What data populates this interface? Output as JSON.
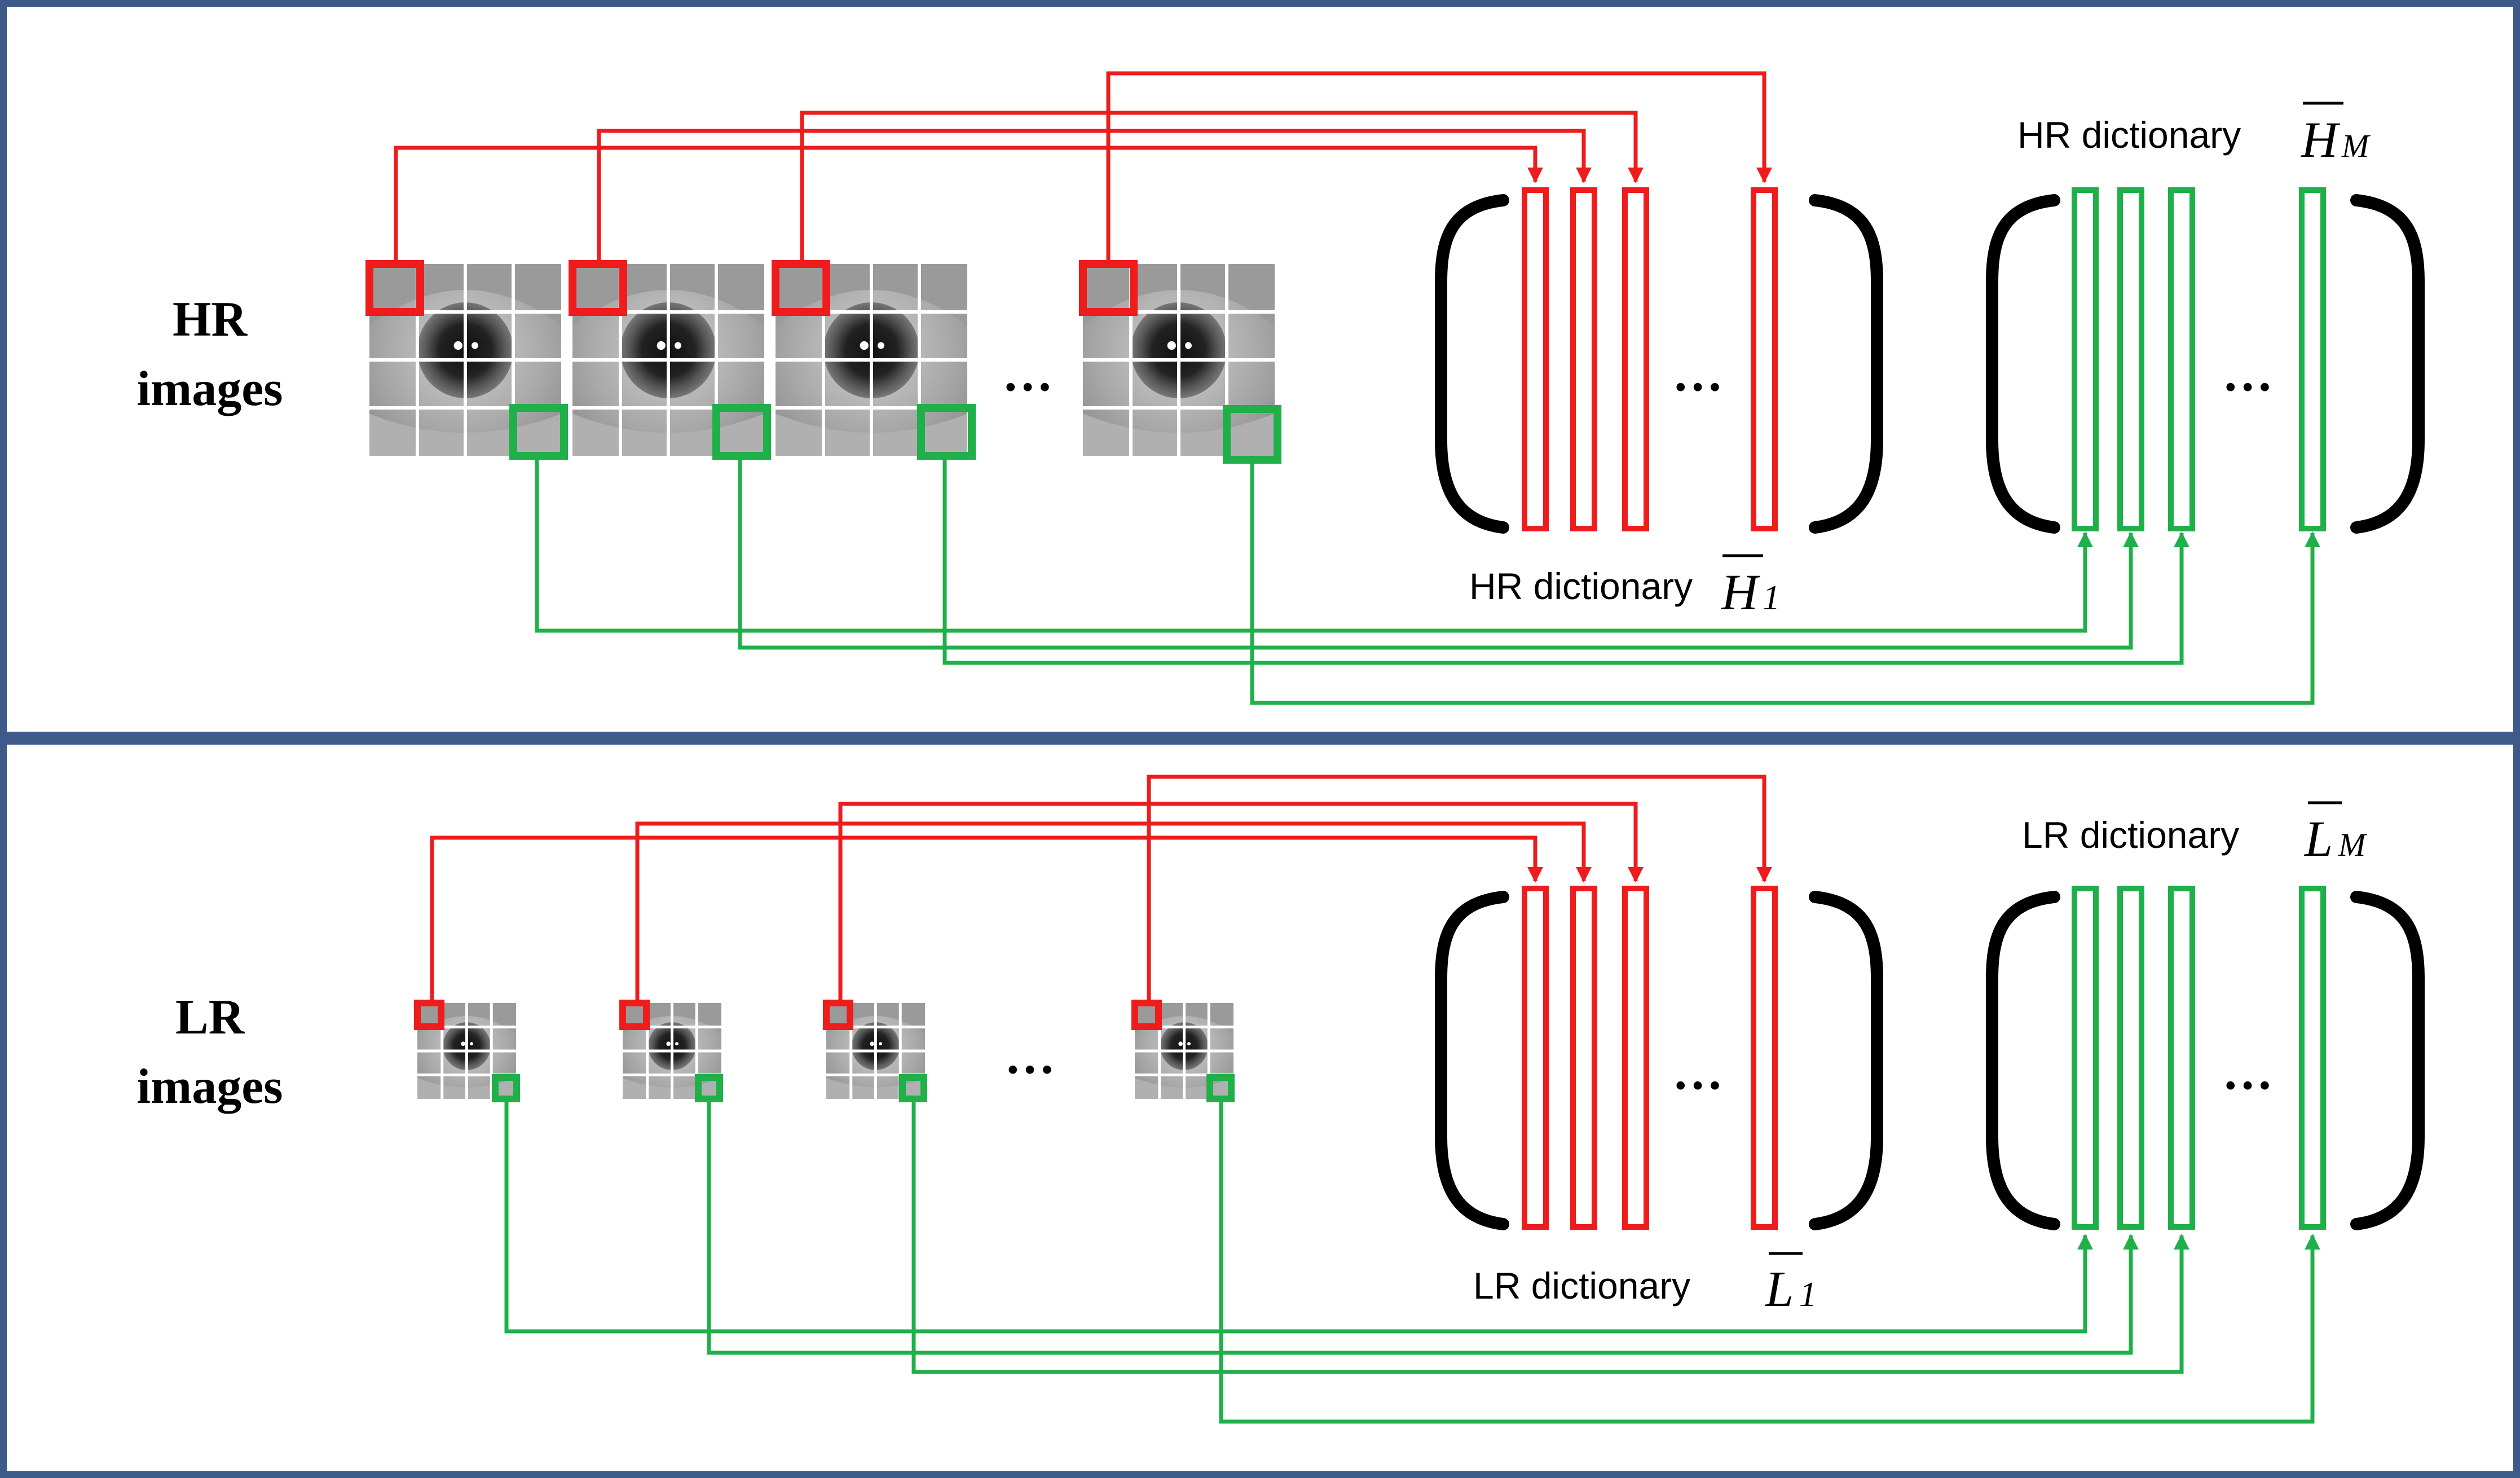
{
  "colors": {
    "frame": "#3d5a8a",
    "red": "#ee1c1c",
    "green": "#1fb04a",
    "bracket": "#000000",
    "grid_line": "#ffffff"
  },
  "hr_panel": {
    "label_line1": "HR",
    "label_line2": "images",
    "images_ellipsis": "…",
    "dict1": {
      "caption": "HR dictionary",
      "symbol": "H",
      "subscript": "1",
      "ellipsis": "…"
    },
    "dictM": {
      "caption": "HR dictionary",
      "symbol": "H",
      "subscript": "M",
      "ellipsis": "…"
    }
  },
  "lr_panel": {
    "label_line1": "LR",
    "label_line2": "images",
    "images_ellipsis": "…",
    "dict1": {
      "caption": "LR dictionary",
      "symbol": "L",
      "subscript": "1",
      "ellipsis": "…"
    },
    "dictM": {
      "caption": "LR dictionary",
      "symbol": "L",
      "subscript": "M",
      "ellipsis": "…"
    }
  }
}
